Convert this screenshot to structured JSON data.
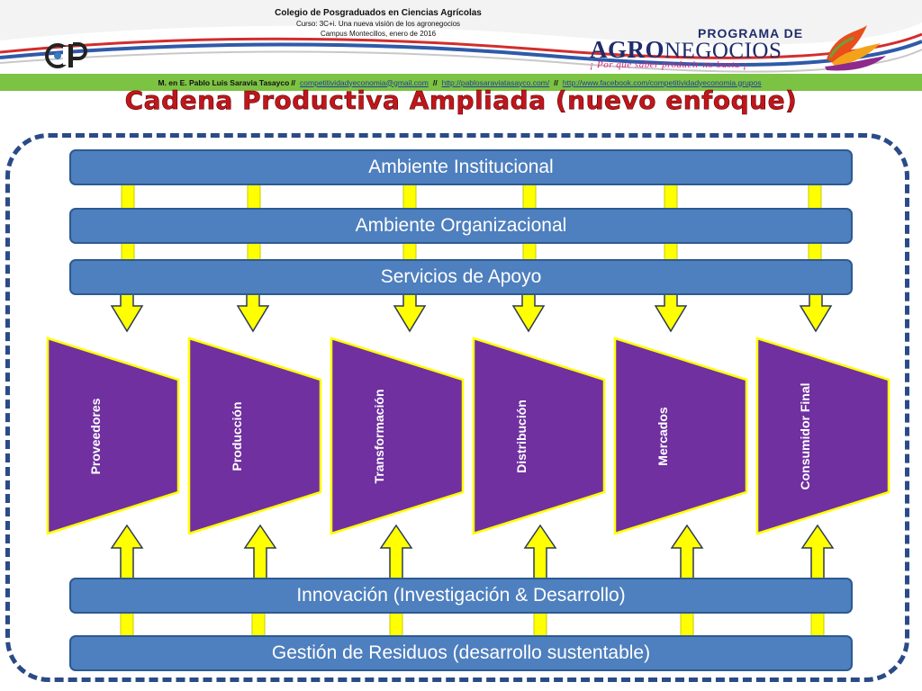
{
  "header": {
    "institution": "Colegio de Posgraduados en Ciencias Agrícolas",
    "course": "Curso: 3C+i. Una nueva visión de los agronegocios",
    "place": "Campus Montecillos, enero de 2016",
    "logo_left": "CP",
    "program_top": "PROGRAMA DE",
    "program_main_bold": "AGRO",
    "program_main_rest": "NEGOCIOS",
    "program_slogan": "¡ Por que saber producir no basta ¡"
  },
  "contact": {
    "author": "M. en E. Pablo Luis Saravia Tasayco",
    "sep": "//",
    "email": "competitividadyeconomia@gmail.com",
    "site": "http://pablosaraviatasayco.com/",
    "facebook": "http://www.facebook.com/competitividadyeconomia.grupos"
  },
  "title": "Cadena Productiva Ampliada (nuevo enfoque)",
  "top_bars": [
    "Ambiente Institucional",
    "Ambiente Organizacional",
    "Servicios de Apoyo"
  ],
  "stages": [
    "Proveedores",
    "Producción",
    "Transformación",
    "Distribución",
    "Mercados",
    "Consumidor Final"
  ],
  "bottom_bars": [
    "Innovación (Investigación & Desarrollo)",
    "Gestión de Residuos (desarrollo sustentable)"
  ],
  "colors": {
    "bar_fill": "#4e7fbe",
    "stage_fill": "#7030a0",
    "stage_border": "#ffff00",
    "arrow_fill": "#ffff00",
    "title": "#c0161c",
    "contact_band": "#7cc243",
    "frame_dash": "#2b4a88"
  }
}
